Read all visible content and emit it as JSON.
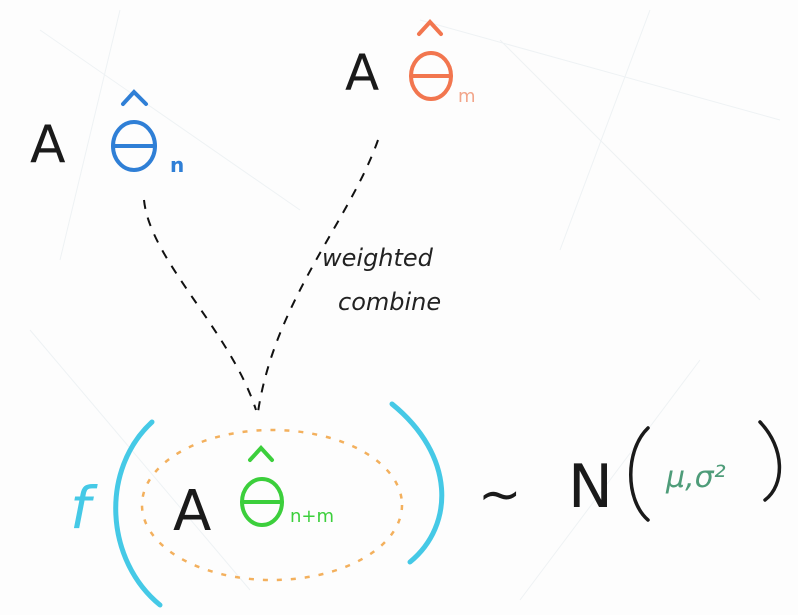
{
  "top_left": {
    "prefix": "A",
    "symbol": "θ̂",
    "subscript": "n",
    "color": "#2f7fd6"
  },
  "top_right": {
    "prefix": "A",
    "symbol": "θ̂",
    "subscript": "m",
    "color": "#f2764f"
  },
  "annotation": {
    "line1": "weighted",
    "line2": "combine"
  },
  "bottom": {
    "function": "f",
    "function_color": "#45c9e6",
    "prefix": "A",
    "symbol": "θ̂",
    "subscript": "n+m",
    "symbol_color": "#3ccf3c",
    "dashed_color": "#f3b05d",
    "tilde": "~",
    "dist": "N",
    "params": "μ,σ²",
    "params_color": "#4e9c79"
  }
}
